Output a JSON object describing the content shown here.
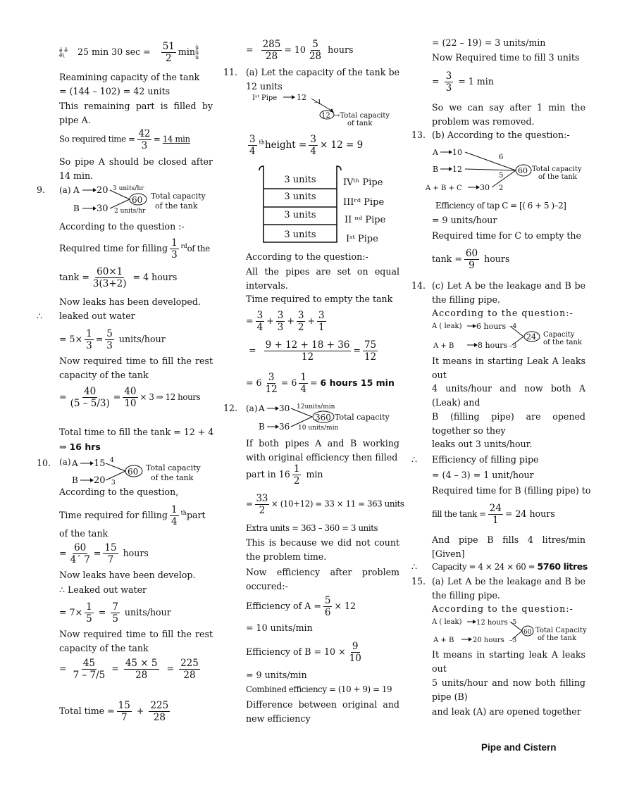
{
  "c1": {
    "l0": {
      "junk1": "é ê ë\\",
      "t": "25 min 30 sec  =",
      "n": "51",
      "d": "2",
      "t2": "min",
      "junk2": "ù û ú"
    },
    "l1": "Reamining capacity of the tank",
    "l2": "= (144 – 102) = 42 units",
    "l3": "This remaining part is filled by pipe A.",
    "l4": {
      "t": "So required time =",
      "n": "42",
      "d": "3",
      "t2": "=",
      "u": "14 min"
    },
    "l5": "So pipe A should be closed after 14 min.",
    "q9": {
      "num": "9.",
      "opt": "(a)",
      "a": "A",
      "av": "20",
      "ar": "3 units/hr",
      "b": "B",
      "bv": "30",
      "br": "2 units/hr",
      "cap": "60",
      "lab1": "Total capacity",
      "lab2": "of the tank"
    },
    "l6": "According to the question :-",
    "l7": {
      "t": "Required time for filling",
      "n": "1",
      "d": "3",
      "sup": "rd",
      "t2": "of the"
    },
    "l8": {
      "t": "tank =",
      "n": "60×1",
      "d": "3(3+2)",
      "t2": "= 4  hours"
    },
    "l9": "Now leaks has been developed.",
    "l10": {
      "sym": "∴",
      "t": "leaked out water"
    },
    "l11": {
      "t": "= 5×",
      "n1": "1",
      "d1": "3",
      "eq": "=",
      "n2": "5",
      "d2": "3",
      "t2": "units/hour"
    },
    "l12": "Now required time to fill the rest capacity of the tank",
    "l13": {
      "t": "=",
      "n1": "40",
      "d1": "(5 – 5/3)",
      "eq": "=",
      "n2": "40",
      "d2": "10",
      "t2": "× 3 ⇒  12 hours"
    },
    "l14": "Total time to fill the tank = 12 + 4",
    "l15": {
      "t": "⇒",
      "b": "16 hrs"
    },
    "q10": {
      "num": "10.",
      "opt": "(a)",
      "a": "A",
      "av": "15",
      "ar": "4",
      "b": "B",
      "bv": "20",
      "br": "3",
      "cap": "60",
      "lab1": "Total capacity",
      "lab2": "of the tank"
    },
    "l16": "According to the question,",
    "l17": {
      "t": "Time required for filling",
      "n": "1",
      "d": "4",
      "sup": "th",
      "t2": "part"
    },
    "l18": "of the tank",
    "l19": {
      "t": "=",
      "n1": "60",
      "d1": "4´ 7",
      "eq": "=",
      "n2": "15",
      "d2": "7",
      "t2": "hours"
    },
    "l20": "Now leaks have been develop.",
    "l21": "∴ Leaked out water",
    "l22": {
      "t": "= 7×",
      "n1": "1",
      "d1": "5",
      "eq": "=",
      "n2": "7",
      "d2": "5",
      "t2": "units/hour"
    },
    "l23": "Now required time to fill the rest capacity of  the tank",
    "l24": {
      "t": "=",
      "n1": "45",
      "d1": "7 – 7/5",
      "eq": "=",
      "n2": "45 × 5",
      "d2": "28",
      "eq2": "=",
      "n3": "225",
      "d3": "28"
    },
    "l25": {
      "t": "Total time =",
      "n1": "15",
      "d1": "7",
      "eq": "+",
      "n2": "225",
      "d2": "28"
    }
  },
  "c2": {
    "l0": {
      "t": "=",
      "n1": "285",
      "d1": "28",
      "t2": "= 10",
      "n2": "5",
      "d2": "28",
      "t3": "hours"
    },
    "q11": {
      "num": "11.",
      "t": "(a) Let the capacity of the tank be 12 units"
    },
    "d11": {
      "pipe": "Iˢᵗ Pipe",
      "v": "12",
      "r": "–1",
      "cap": "12",
      "lab1": "→Total capacity",
      "lab2": "of tank"
    },
    "l1": {
      "n": "3",
      "d": "4",
      "sup": "th",
      "t": "height =",
      "n2": "3",
      "d2": "4",
      "t2": "× 12  =   9"
    },
    "tank": {
      "rows": [
        "3 units",
        "3 units",
        "3 units",
        "3 units"
      ],
      "pipes": [
        "IVᵗʰ Pipe",
        "IIIʳᵈ Pipe",
        "II ⁿᵈ Pipe",
        "Iˢᵗ Pipe"
      ]
    },
    "l2": "According to the question:-",
    "l3": "All the pipes are set on equal intervals.",
    "l4": "Time required to empty the tank",
    "l5": {
      "t": "=",
      "f": [
        [
          "3",
          "4"
        ],
        [
          "3",
          "3"
        ],
        [
          "3",
          "2"
        ],
        [
          "3",
          "1"
        ]
      ],
      "p": "+"
    },
    "l6": {
      "t": "=",
      "n1": "9 + 12 + 18 + 36",
      "d1": "12",
      "eq": "=",
      "n2": "75",
      "d2": "12"
    },
    "l7": {
      "t": "= 6",
      "n1": "3",
      "d1": "12",
      "eq": "=  6",
      "n2": "1",
      "d2": "4",
      "eq2": "=",
      "b": "6 hours 15 min"
    },
    "q12": {
      "num": "12.",
      "opt": "(a)",
      "a": "A",
      "av": "30",
      "ar": "12units/min",
      "b": "B",
      "bv": "36",
      "br": "10 units/min",
      "cap": "360",
      "lab1": "Total capacity",
      "lab2": ""
    },
    "l8": "If both pipes A and B working with original efficiency then filled",
    "l9": {
      "t": "part in 16",
      "n": "1",
      "d": "2",
      "t2": "min"
    },
    "l10": {
      "t": "=",
      "n": "33",
      "d": "2",
      "t2": "× (10+12) = 33 × 11 = 363 units"
    },
    "l11": "Extra units =  363 – 360 = 3 units",
    "l12": "This is because we did not count the problem time.",
    "l13": "Now efficiency after problem occured:-",
    "l14": {
      "t": "Efficiency of A =",
      "n": "5",
      "d": "6",
      "t2": "× 12"
    },
    "l15": "= 10 units/min",
    "l16": {
      "t": "Efficiency of B = 10 ×",
      "n": "9",
      "d": "10"
    },
    "l17": "= 9 units/min",
    "l18": "Combined efficiency = (10 + 9) = 19",
    "l19": "Difference between original and new efficiency"
  },
  "c3": {
    "l0": "= (22 – 19) = 3 units/min",
    "l1": "Now Required time to fill 3 units",
    "l2": {
      "t": "=",
      "n": "3",
      "d": "3",
      "t2": "= 1 min"
    },
    "l3": "So we can say after 1 min the problem was removed.",
    "q13": {
      "num": "13.",
      "t": "(b) According to the question:-"
    },
    "d13": {
      "a": "A",
      "av": "10",
      "ar": "6",
      "b": "B",
      "bv": "12",
      "br": "5",
      "c": "A + B + C",
      "cv": "30",
      "cr": "2",
      "cap": "60",
      "lab1": "Total capacity",
      "lab2": "of the tank"
    },
    "l4": "Efficiency of tap C =  [( 6 + 5 )–2]",
    "l5": "= 9 units/hour",
    "l6": "Required time for C to empty the",
    "l7": {
      "t": "tank =",
      "n": "60",
      "d": "9",
      "t2": "hours"
    },
    "q14": {
      "num": "14.",
      "t": "(c) Let A be the leakage and B be the filling pipe."
    },
    "l8": "According to the question:-",
    "d14": {
      "a": "A ( leak)",
      "av": "6 hours",
      "ar": "–4",
      "b": "A + B",
      "bv": "8 hours",
      "br": "–3",
      "cap": "24",
      "lab1": "Capacity",
      "lab2": "of the tank"
    },
    "l9": "It means in starting Leak A leaks out",
    "l10": "4 units/hour and now both A (Leak) and",
    "l11": "B (filling pipe) are opened together so they",
    "l12": "leaks out 3 units/hour.",
    "l13": {
      "sym": "∴",
      "t": "Efficiency of filling pipe"
    },
    "l14": "= (4 – 3) =  1 unit/hour",
    "l15": "Required time for B (filling pipe) to",
    "l16": {
      "t": "fill the tank =",
      "n": "24",
      "d": "1",
      "t2": "= 24 hours"
    },
    "l17": "And pipe B fills 4 litres/min [Given]",
    "l18": {
      "sym": "∴",
      "t": "Capacity = 4 × 24 × 60 =",
      "b": "5760 litres"
    },
    "q15": {
      "num": "15.",
      "t": "(a) Let A be the leakage and B be the filling pipe."
    },
    "l19": "According to the question:-",
    "d15": {
      "a": "A ( leak)",
      "av": "12 hours",
      "ar": "–5",
      "b": "A + B",
      "bv": "20 hours",
      "br": "–3",
      "cap": "60",
      "lab1": "Total Capacity",
      "lab2": "of the tank"
    },
    "l20": "It means in starting leak A leaks out",
    "l21": "5 units/hour and now both filling pipe (B)",
    "l22": "and leak (A) are opened together"
  },
  "footer": "Pipe and Cistern"
}
